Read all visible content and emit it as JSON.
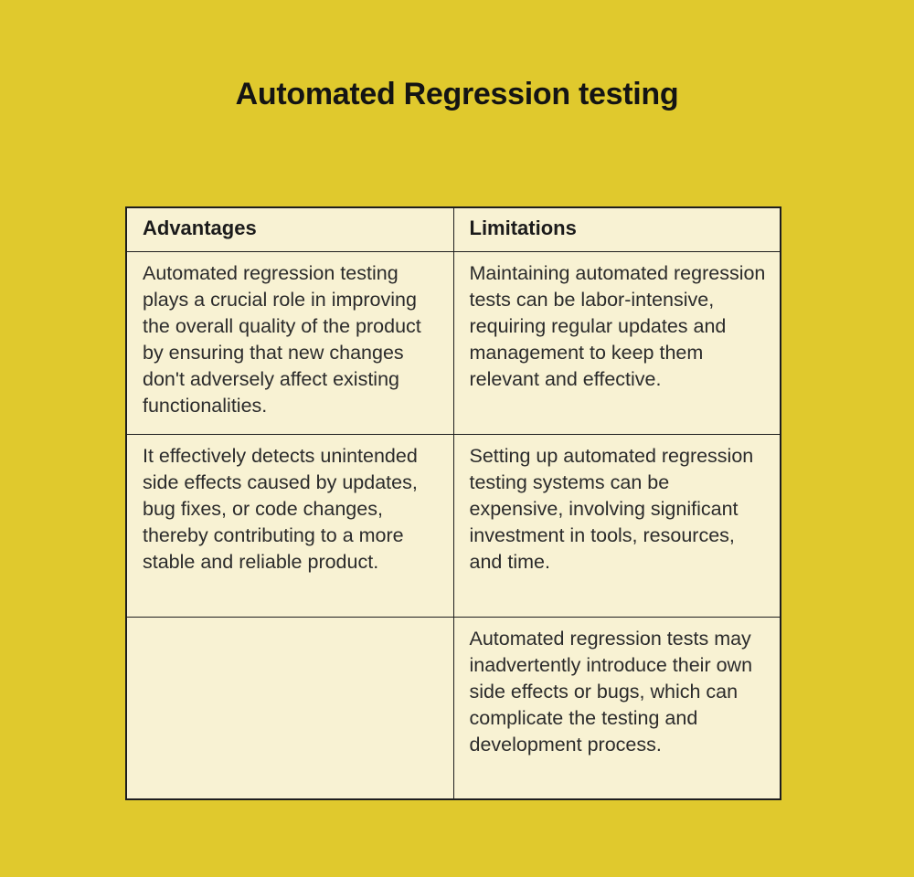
{
  "page": {
    "title": "Automated Regression testing",
    "colors": {
      "background": "#e0c92d",
      "cell_background": "#f8f2d3",
      "border": "#1e1e1e",
      "text": "#2b2b2b"
    }
  },
  "table": {
    "headers": [
      "Advantages",
      "Limitations"
    ],
    "rows": [
      {
        "advantages": "Automated regression testing plays a crucial role in improving the overall quality of the product by ensuring that new changes don't adversely affect existing functionalities.",
        "limitations": "Maintaining automated regression tests can be labor-intensive, requiring regular updates and management to keep them relevant and effective."
      },
      {
        "advantages": "It effectively detects unintended side effects caused by updates, bug fixes, or code changes, thereby contributing to a more stable and reliable product.",
        "limitations": "Setting up automated regression testing systems can be expensive, involving significant investment in tools, resources, and time."
      },
      {
        "advantages": "",
        "limitations": "Automated regression tests may inadvertently introduce their own side effects or bugs, which can complicate the testing and development process."
      }
    ]
  }
}
